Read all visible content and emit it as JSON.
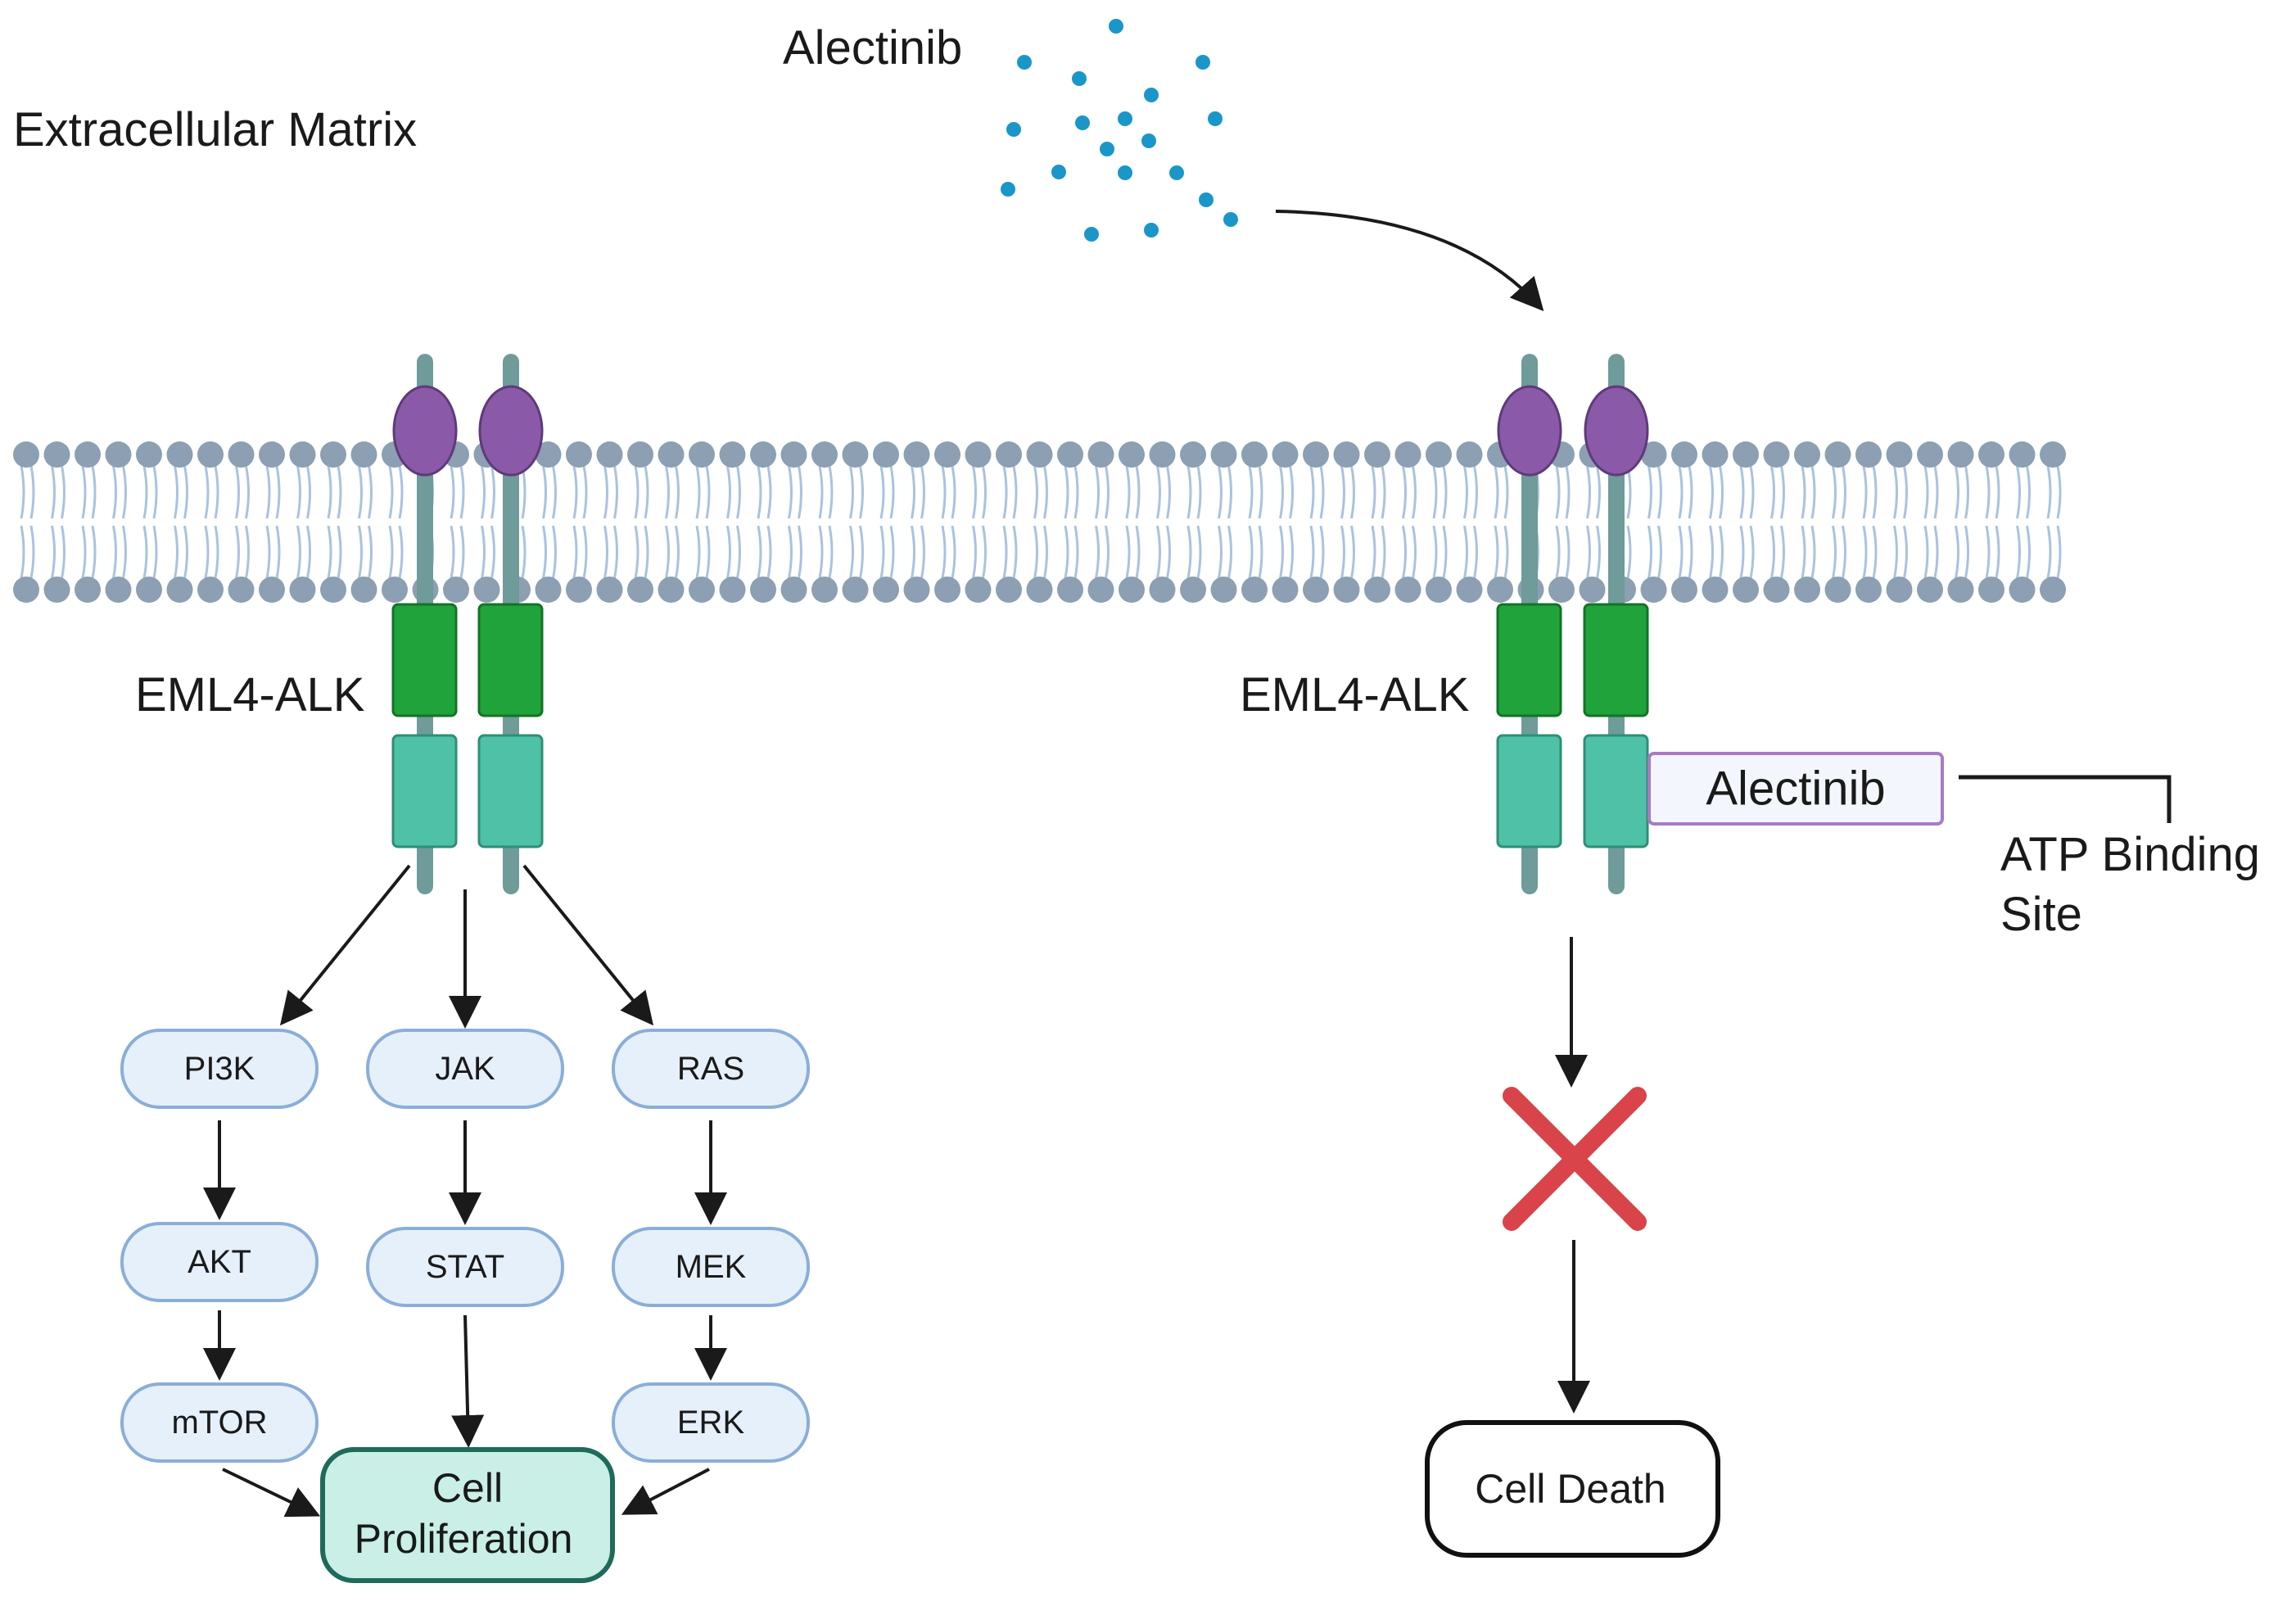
{
  "labels": {
    "extracellular": "Extracellular Matrix",
    "drug_top": "Alectinib",
    "receptor_left": "EML4-ALK",
    "receptor_right": "EML4-ALK",
    "bound_drug": "Alectinib",
    "atp_line1": "ATP Binding",
    "atp_line2": "Site",
    "cell_death": "Cell Death",
    "cell_prolif_line1": "Cell",
    "cell_prolif_line2": "Proliferation"
  },
  "pathways": {
    "pi3k": "PI3K",
    "akt": "AKT",
    "mtor": "mTOR",
    "jak": "JAK",
    "stat": "STAT",
    "ras": "RAS",
    "mek": "MEK",
    "erk": "ERK"
  },
  "colors": {
    "membrane_head": "#8c9fb3",
    "membrane_tail": "#a9c3e0",
    "receptor_top": "#8a5aa8",
    "receptor_kinase": "#1fa33a",
    "receptor_lower": "#4fc1a6",
    "receptor_stem": "#6f9b9a",
    "node_fill": "#e6f0fb",
    "node_stroke": "#8aaed8",
    "prolif_fill": "#c9efe6",
    "prolif_stroke": "#1e6b5c",
    "drug_dot": "#1a96c9",
    "block_x": "#d9434a",
    "bound_box_stroke": "#a87ac4"
  }
}
